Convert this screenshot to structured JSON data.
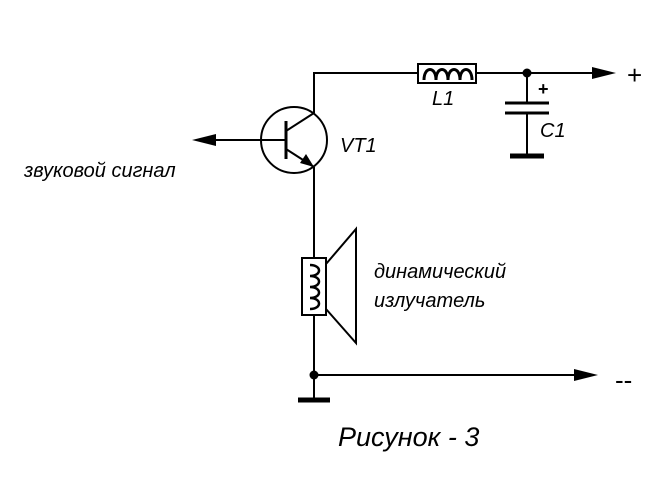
{
  "components": {
    "transistor": {
      "label": "VT1"
    },
    "inductor": {
      "label": "L1"
    },
    "capacitor": {
      "label": "C1",
      "polarity_mark": "+"
    }
  },
  "terminals": {
    "positive": "+",
    "negative": "--"
  },
  "signal_label": "звуковой сигнал",
  "speaker_label": {
    "line1": "динамический",
    "line2": "излучатель"
  },
  "caption": "Рисунок - 3"
}
